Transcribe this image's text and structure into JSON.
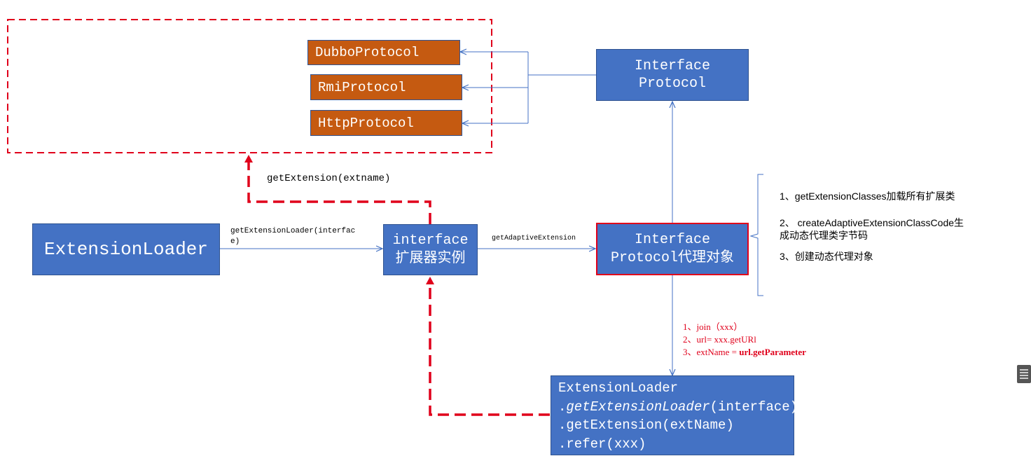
{
  "impl_boxes": [
    "DubboProtocol",
    "RmiProtocol",
    "HttpProtocol"
  ],
  "interface_box": [
    "Interface",
    "Protocol"
  ],
  "loader_box": "ExtensionLoader",
  "instance_box": [
    "interface",
    "扩展器实例"
  ],
  "proxy_box": [
    "Interface",
    "Protocol代理对象"
  ],
  "labels": {
    "get_extension": "getExtension(extname)",
    "get_loader": [
      "getExtensionLoader(interfac",
      "e)"
    ],
    "get_adaptive": "getAdaptiveExtension"
  },
  "proxy_steps": [
    "1、getExtensionClasses加载所有扩展类",
    "2、 createAdaptiveExtensionClassCode生",
    "成动态代理类字节码",
    "3、创建动态代理对象"
  ],
  "refer_steps": [
    "1、join（xxx）",
    "2、url= xxx.getURl",
    "3、extName = ",
    "url.getParameter"
  ],
  "code_box": {
    "line1": "ExtensionLoader",
    "line2_dot": ".",
    "line2_method": "getExtensionLoader",
    "line2_arg": "(interface)",
    "line3": ".getExtension(extName)",
    "line4": ".refer(xxx)"
  },
  "colors": {
    "box_blue": "#4472c4",
    "box_orange": "#c55a11",
    "connector": "#4472c4",
    "dashed_red": "#e0001b"
  }
}
